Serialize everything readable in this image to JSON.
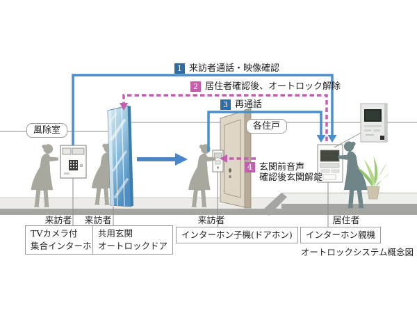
{
  "caption": "オートロックシステム概念図",
  "areas": {
    "vestibule": "風除室",
    "unit": "各住戸"
  },
  "steps": [
    {
      "num": "1",
      "label": "来訪者通話・映像確認",
      "color": "blue"
    },
    {
      "num": "2",
      "label": "居住者確認後、オートロック解除",
      "color": "pink"
    },
    {
      "num": "3",
      "label": "再通話",
      "color": "blue"
    },
    {
      "num": "4",
      "label_line1": "玄関前音声",
      "label_line2": "確認後玄関解錠",
      "color": "pink"
    }
  ],
  "people": [
    {
      "label": "来訪者"
    },
    {
      "label": "来訪者"
    },
    {
      "label": "来訪者"
    },
    {
      "label": "居住者"
    }
  ],
  "devices": [
    {
      "line1": "TVカメラ付",
      "line2": "集合インターホン"
    },
    {
      "line1": "共用玄関",
      "line2": "オートロックドア"
    },
    {
      "line1": "インターホン子機(ドアホン)"
    },
    {
      "line1": "インターホン親機"
    }
  ],
  "colors": {
    "flow_blue": "#4a8ecb",
    "badge_blue": "#2e6da4",
    "flow_pink": "#c45fb0",
    "glass_blue": "#4c8fc4",
    "door_beige": "#ded7c8",
    "silhouette_gray": "#a8a89e",
    "resident_teal": "#6f8588",
    "floor_light": "#edece9",
    "floor_dark": "#a5a5a1"
  },
  "icons": {
    "figures": "woman-silhouette",
    "plant": "potted-plant",
    "devices": [
      "collective-intercom",
      "glass-autolock-door",
      "door-station",
      "master-station-monitor"
    ]
  }
}
